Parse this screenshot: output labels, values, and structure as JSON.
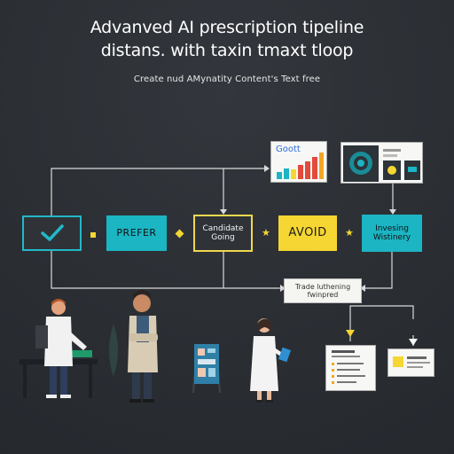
{
  "header": {
    "title_line1": "Advanved AI prescription tipeline",
    "title_line2": "distans. with taxin tmaxt tloop",
    "subtitle": "Create nud AMynatity Content's Text free"
  },
  "nodes": {
    "prefer": "PREFER",
    "candidate": "Candidate Going",
    "avoid": "AVOID",
    "review": "Invesing Wistinery",
    "merge": "Trade luthening fwinpred"
  },
  "cards": {
    "chart_label": "Goott"
  },
  "colors": {
    "background": "#2b2f34",
    "teal": "#1bb5c3",
    "yellow": "#f5d632",
    "white": "#ffffff"
  }
}
